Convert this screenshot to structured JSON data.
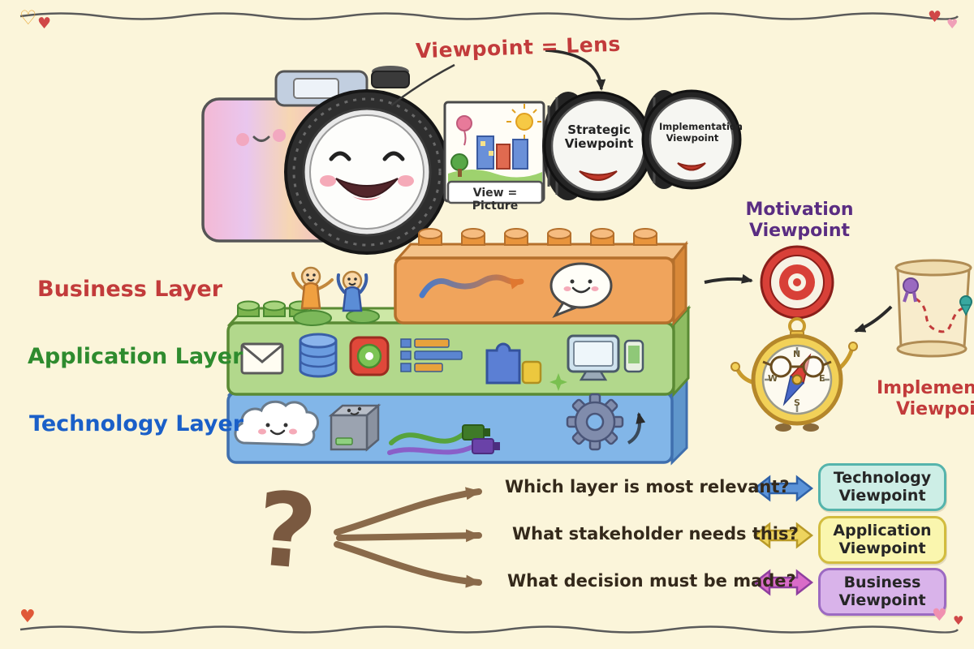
{
  "decor": {
    "heart_solid": "♥",
    "heart_outline": "♡"
  },
  "colors": {
    "background": "#fbf5da",
    "red_accent": "#c23b3b",
    "green_accent": "#2e8b2e",
    "blue_accent": "#1a5fc8",
    "purple_accent": "#5a2d82",
    "brown_accent": "#8a6a4a"
  },
  "camera_section": {
    "lens_equation": "Viewpoint = Lens",
    "picture_caption": "View = Picture",
    "strategic_lens_label": "Strategic Viewpoint",
    "implementation_lens_label": "Implementation Viewpoint"
  },
  "layer_stack": {
    "business_label": "Business Layer",
    "application_label": "Application Layer",
    "technology_label": "Technology Layer"
  },
  "right_viewpoints": {
    "motivation_label": "Motivation Viewpoint",
    "implementation_label": "Implementation Viewpoint",
    "compass": {
      "north": "N",
      "south": "S",
      "west": "W",
      "east": "E"
    }
  },
  "decision_flow": {
    "question_mark": "?",
    "rows": [
      {
        "question": "Which layer is most relevant?",
        "viewpoint": "Technology Viewpoint",
        "arrow_color": "#5b93d8",
        "box_fill": "#cdeee6",
        "box_border": "#55b4ac"
      },
      {
        "question": "What stakeholder needs this?",
        "viewpoint": "Application Viewpoint",
        "arrow_color": "#eed45e",
        "box_fill": "#faf6ae",
        "box_border": "#d2bc3e"
      },
      {
        "question": "What decision must be made?",
        "viewpoint": "Business Viewpoint",
        "arrow_color": "#d96cc8",
        "box_fill": "#d9b3ea",
        "box_border": "#9c6ac2"
      }
    ]
  }
}
